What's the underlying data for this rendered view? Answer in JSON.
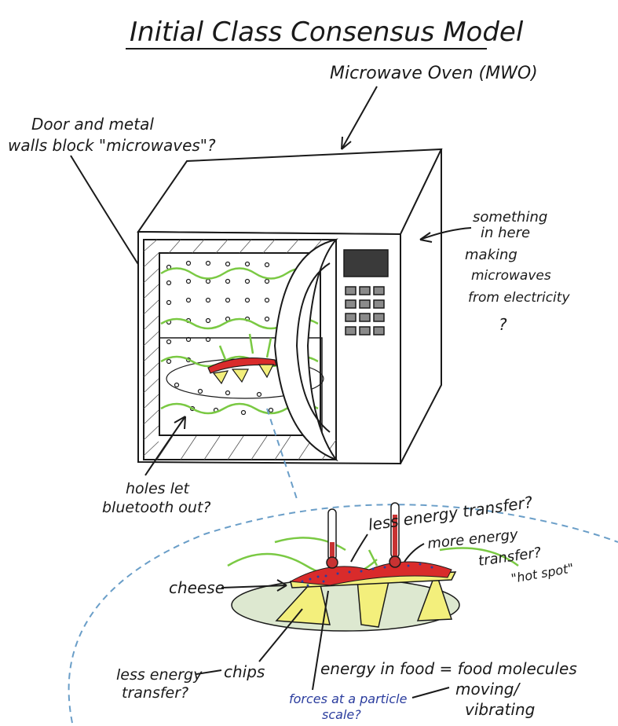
{
  "title": "Initial Class Consensus Model",
  "labels": {
    "mwo": "Microwave Oven (MWO)",
    "door_walls": [
      "Door and metal",
      "walls block \"microwaves\"?"
    ],
    "something": [
      "something",
      "in here",
      "making",
      "microwaves",
      "from electricity",
      "?"
    ],
    "holes": [
      "holes let",
      "bluetooth out?"
    ],
    "less_energy_top": "less energy transfer?",
    "more_energy": [
      "more energy",
      "transfer?",
      "\"hot spot\""
    ],
    "cheese": "cheese",
    "chips": "chips",
    "less_energy_bottom": [
      "less energy",
      "transfer?"
    ],
    "energy_food": [
      "energy in food = food molecules",
      "moving/",
      "vibrating"
    ],
    "forces": [
      "forces at a particle",
      "scale?"
    ]
  },
  "colors": {
    "ink": "#1a1a1a",
    "waves": "#7ac943",
    "dashed_zoom": "#6a9ec8",
    "cheese_red": "#d92b2b",
    "chip_yellow": "#f3ef7c",
    "thermometer_red": "#c83232",
    "particle_blue": "#2b3d9e",
    "display": "#3a3a3a"
  }
}
